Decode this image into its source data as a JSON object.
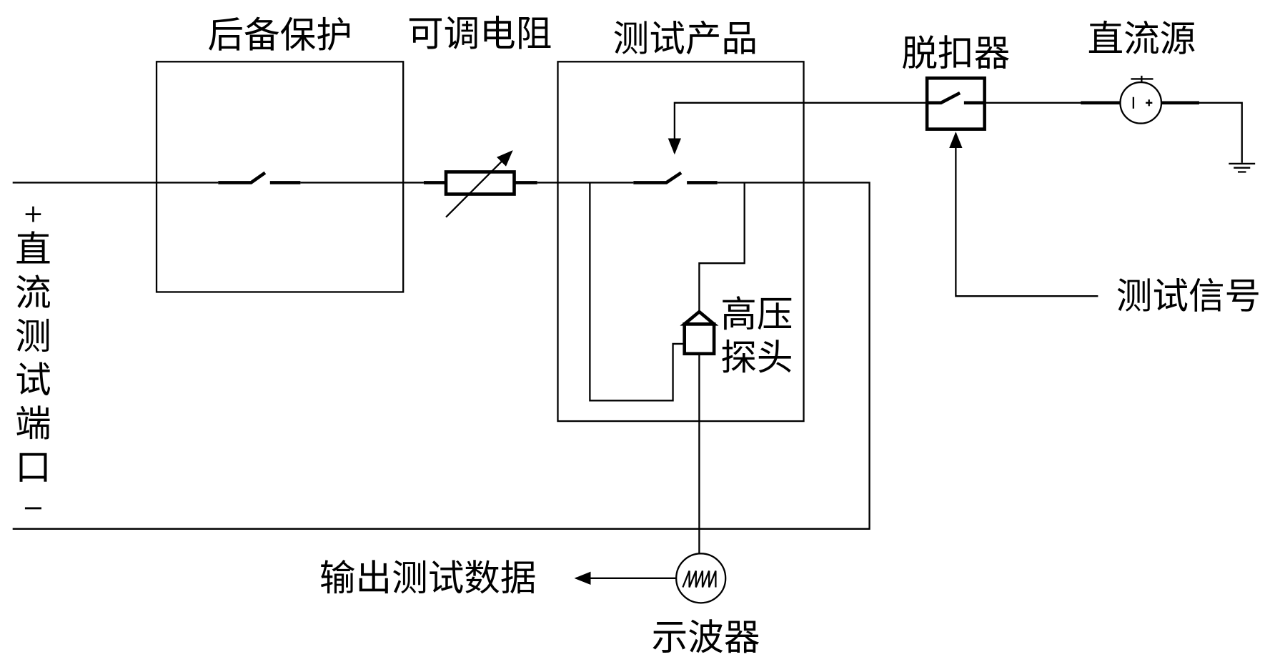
{
  "labels": {
    "backup_protection": "后备保护",
    "adjustable_resistor": "可调电阻",
    "test_product": "测试产品",
    "trip_unit": "脱扣器",
    "dc_source": "直流源",
    "test_signal": "测试信号",
    "hv_probe_line1": "高压",
    "hv_probe_line2": "探头",
    "output_data": "输出测试数据",
    "oscilloscope": "示波器",
    "port_plus": "+",
    "port_minus": "−",
    "port_chars": [
      "直",
      "流",
      "测",
      "试",
      "端",
      "口"
    ]
  },
  "colors": {
    "line": "#000000",
    "background": "#ffffff"
  }
}
